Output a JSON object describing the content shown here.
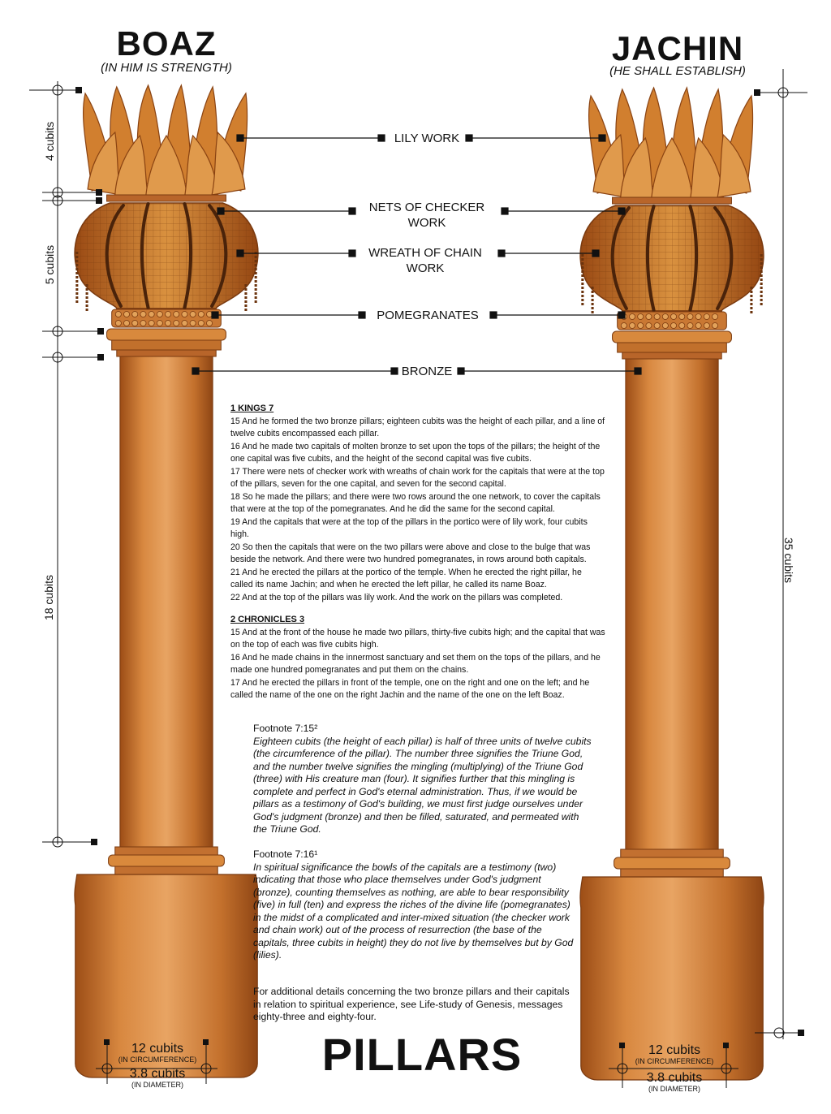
{
  "left_pillar": {
    "name": "BOAZ",
    "meaning": "(IN HIM IS STRENGTH)"
  },
  "right_pillar": {
    "name": "JACHIN",
    "meaning": "(HE SHALL ESTABLISH)"
  },
  "labels": {
    "lily_work": "LILY WORK",
    "nets_line1": "NETS OF CHECKER",
    "nets_line2": "WORK",
    "wreath_line1": "WREATH OF CHAIN",
    "wreath_line2": "WORK",
    "pomegranates": "POMEGRANATES",
    "bronze": "BRONZE"
  },
  "dimensions": {
    "lily": "4 cubits",
    "capital": "5 cubits",
    "shaft": "18 cubits",
    "total": "35 cubits",
    "circumference": "12 cubits",
    "circumference_note": "(IN CIRCUMFERENCE)",
    "diameter": "3.8 cubits",
    "diameter_note": "(IN DIAMETER)"
  },
  "kings": {
    "heading": "1 KINGS 7",
    "verses": [
      "15 And he formed the two bronze pillars; eighteen cubits was the height of each pillar, and a line of twelve cubits encompassed each pillar.",
      "16 And he made two capitals of molten bronze to set upon the tops of the pillars; the height of the one capital was five cubits, and the height of the second capital was five cubits.",
      "17 There were nets of checker work with wreaths of chain work for the capitals that were at the top of the pillars, seven for the one capital, and seven for the second capital.",
      "18 So he made the pillars; and there were two rows around the one network, to cover the capitals that were at the top of the pomegranates. And he did the same for the second capital.",
      "19 And the capitals that were at the top of the pillars in the portico were of lily work, four cubits high.",
      "20 So then the capitals that were on the two pillars were above and close to the bulge that was beside the network. And there were two hundred pomegranates, in rows around both capitals.",
      "21 And he erected the pillars at the portico of the temple. When he erected the right pillar, he called its name Jachin; and when he erected the left pillar, he called its name Boaz.",
      "22 And at the top of the pillars was lily work. And the work on the pillars was completed."
    ]
  },
  "chronicles": {
    "heading": "2 CHRONICLES 3",
    "verses": [
      "15 And at the front of the house he made two pillars, thirty-five cubits high; and the capital that was on the top of each was five cubits high.",
      "16 And he made chains in the innermost sanctuary and set them on the tops of the pillars, and he made one hundred pomegranates and put them on the chains.",
      "17 And he erected the pillars in front of the temple, one on the right and one on the left; and he called the name of the one on the right Jachin and the name of the one on the left Boaz."
    ]
  },
  "footnotes": [
    {
      "heading": "Footnote 7:15²",
      "body": "Eighteen cubits (the height of each pillar) is half of three units of twelve cubits (the circumference of the pillar).  The number three signifies the Triune God, and the number twelve signifies the mingling (multiplying) of the Triune God (three) with His creature man (four).  It signifies further that this mingling is complete and perfect in God's eternal administration.  Thus, if we would be pillars as a testimony of God's building, we must first judge ourselves under God's judgment (bronze) and then be filled, saturated, and permeated with the Triune God."
    },
    {
      "heading": "Footnote 7:16¹",
      "body": "In spiritual significance the bowls of the capitals are a testimony (two) indicating that those who place themselves under God's judgment (bronze), counting themselves as nothing, are able to bear responsibility (five) in full (ten) and express the riches of the divine life (pomegranates) in the midst of a complicated and inter-mixed situation (the checker work and chain work) out of the process of resurrection (the base of the capitals, three cubits in height) they do not live by themselves but by God (lilies)."
    }
  ],
  "additional_note": "For additional details concerning the two bronze pillars and their capitals in relation to spiritual experience, see Life-study of Genesis, messages eighty-three and eighty-four.",
  "footer_title": "PILLARS",
  "colors": {
    "bronze": "#c8752e",
    "bronze_dark": "#8a4312",
    "bronze_light": "#e19a52",
    "ink": "#111111"
  }
}
